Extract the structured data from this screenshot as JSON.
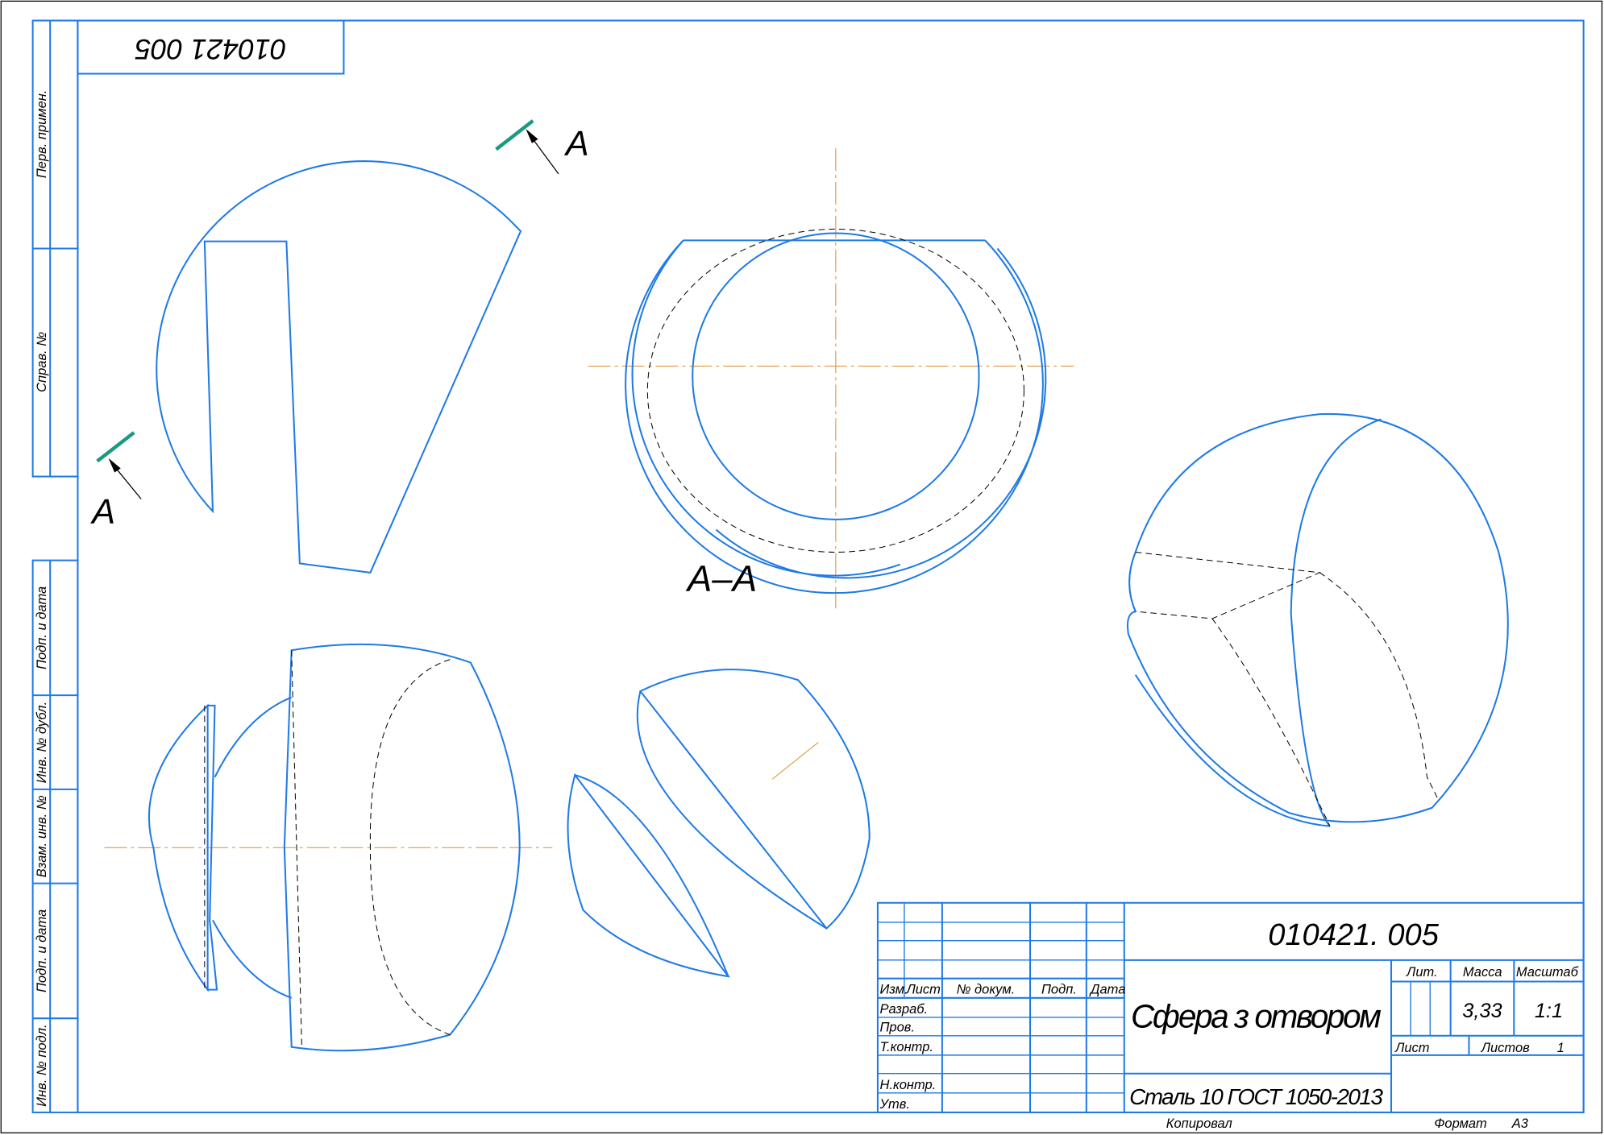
{
  "drawing_number": "010421. 005",
  "drawing_number_rotated": "010421 005",
  "title": "Сфера з отвором",
  "material": "Сталь 10  ГОСТ 1050-2013",
  "section_mark": "А",
  "section_label": "А–А",
  "title_block": {
    "headers": [
      "Изм.",
      "Лист",
      "№ докум.",
      "Подп.",
      "Дата"
    ],
    "roles": [
      "Разраб.",
      "Пров.",
      "Т.контр.",
      "Н.контр.",
      "Утв."
    ],
    "lit_label": "Лит.",
    "mass_label": "Масса",
    "scale_label": "Масштаб",
    "mass": "3,33",
    "scale": "1:1",
    "sheet_label": "Лист",
    "sheets_label": "Листов",
    "sheets": "1"
  },
  "footer": {
    "copied": "Копировал",
    "format_label": "Формат",
    "format": "А3"
  },
  "side_strip": [
    "Перв. примен.",
    "Справ. №",
    "Подп. и дата",
    "Инв. № дубл.",
    "Взам. инв. №",
    "Подп. и дата",
    "Инв. № подл."
  ],
  "colors": {
    "lines": "#1e7ae6",
    "centerline": "#e08a2a",
    "section_marker": "#1a9a80"
  }
}
